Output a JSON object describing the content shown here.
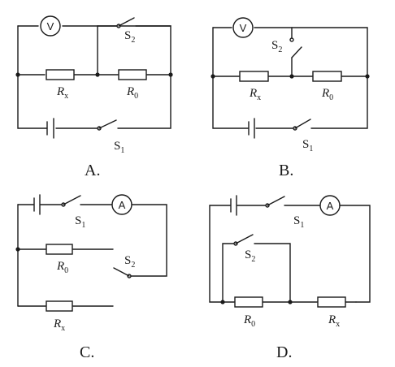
{
  "panels": {
    "A": {
      "caption": "A.",
      "meter": "V",
      "labels": {
        "Rx": "R",
        "Rx_sub": "x",
        "R0": "R",
        "R0_sub": "0",
        "S1": "S",
        "S1_sub": "1",
        "S2": "S",
        "S2_sub": "2"
      }
    },
    "B": {
      "caption": "B.",
      "meter": "V",
      "labels": {
        "Rx": "R",
        "Rx_sub": "x",
        "R0": "R",
        "R0_sub": "0",
        "S1": "S",
        "S1_sub": "1",
        "S2": "S",
        "S2_sub": "2"
      }
    },
    "C": {
      "caption": "C.",
      "meter": "A",
      "labels": {
        "Rx": "R",
        "Rx_sub": "x",
        "R0": "R",
        "R0_sub": "0",
        "S1": "S",
        "S1_sub": "1",
        "S2": "S",
        "S2_sub": "2"
      }
    },
    "D": {
      "caption": "D.",
      "meter": "A",
      "labels": {
        "Rx": "R",
        "Rx_sub": "x",
        "R0": "R",
        "R0_sub": "0",
        "S1": "S",
        "S1_sub": "1",
        "S2": "S",
        "S2_sub": "2"
      }
    }
  }
}
